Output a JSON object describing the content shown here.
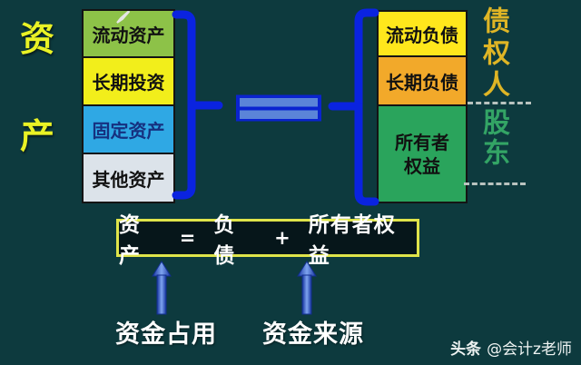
{
  "left_label": {
    "chars": [
      "资",
      "产"
    ]
  },
  "left_column": {
    "items": [
      {
        "label": "流动资产",
        "color": "#8dc248"
      },
      {
        "label": "长期投资",
        "color": "#f2ee1b"
      },
      {
        "label": "固定资产",
        "color": "#2fa8e4"
      },
      {
        "label": "其他资产",
        "color": "#dce3ea"
      }
    ]
  },
  "right_column": {
    "items": [
      {
        "label": "流动负债",
        "color": "#ffe71c"
      },
      {
        "label": "长期负债",
        "color": "#f2a92a"
      },
      {
        "label": "所有者权益",
        "lines": [
          "所有者",
          "权益"
        ],
        "color": "#2aa45c"
      }
    ]
  },
  "right_labels": {
    "creditors": "债权人",
    "shareholders": "股东"
  },
  "equation": {
    "tokens": [
      "资产",
      "=",
      "负债",
      "+",
      "所有者权益"
    ]
  },
  "bottom_labels": {
    "capital_use": "资金占用",
    "capital_source": "资金来源"
  },
  "watermark": {
    "brand": "头条",
    "handle": "@会计z老师"
  },
  "colors": {
    "background": "#0d3a3e",
    "bracket_blue": "#0a23e0",
    "equals_fill": "#5b84d8",
    "assets_label_yellow": "#e9f225",
    "creditors_gold": "#dfb525",
    "shareholders_green": "#33a465",
    "equation_border_yellow": "#dfe44a",
    "equation_background": "#06161a",
    "arrow_blue": "#2b57d5",
    "dashed_line": "#b9c3bf",
    "text_white": "#ffffff",
    "box_border": "#141414",
    "fixed_assets_text": "#16307f"
  }
}
